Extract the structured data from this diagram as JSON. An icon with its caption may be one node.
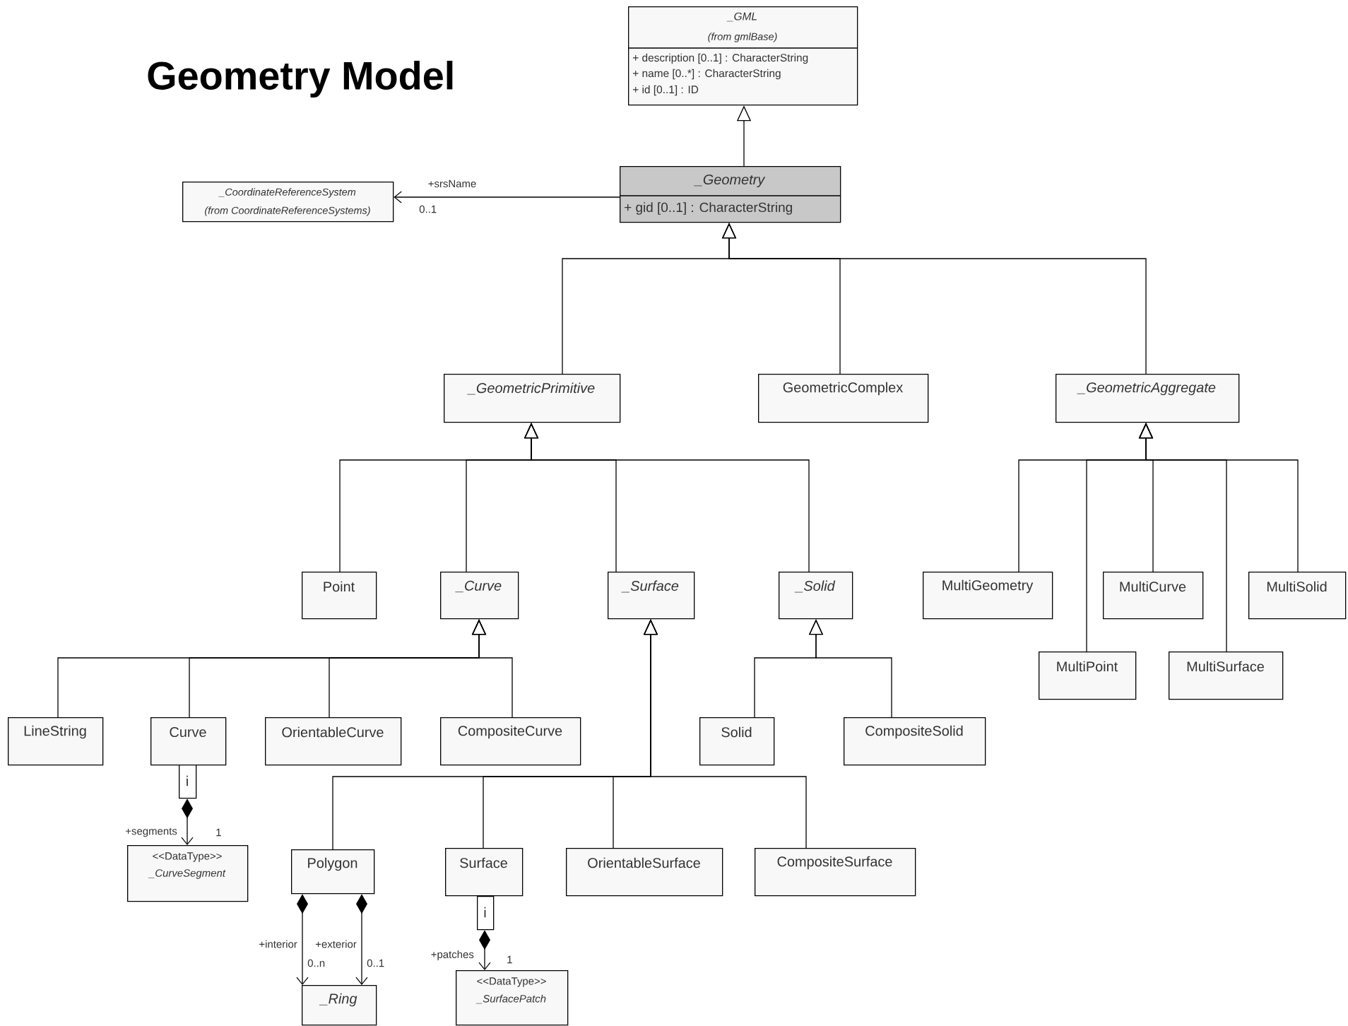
{
  "diagram": {
    "title": "Geometry Model",
    "nodes": [
      {
        "text": [
          "_GML",
          "(from gmlBase)",
          "+ description [0..1] : CharacterString",
          "+ name [0..*] : CharacterString",
          "+ id [0..1] : ID"
        ]
      },
      {
        "text": [
          "_CoordinateReferenceSystem",
          "(from CoordinateReferenceSystems)"
        ]
      },
      {
        "text": [
          "_Geometry",
          "+ gid [0..1] : CharacterString"
        ]
      },
      {
        "text": [
          "_GeometricPrimitive"
        ]
      },
      {
        "text": [
          "GeometricComplex"
        ]
      },
      {
        "text": [
          "_GeometricAggregate"
        ]
      },
      {
        "text": [
          "Point"
        ]
      },
      {
        "text": [
          "_Curve"
        ]
      },
      {
        "text": [
          "_Surface"
        ]
      },
      {
        "text": [
          "_Solid"
        ]
      },
      {
        "text": [
          "MultiGeometry"
        ]
      },
      {
        "text": [
          "MultiCurve"
        ]
      },
      {
        "text": [
          "MultiSolid"
        ]
      },
      {
        "text": [
          "MultiPoint"
        ]
      },
      {
        "text": [
          "MultiSurface"
        ]
      },
      {
        "text": [
          "LineString"
        ]
      },
      {
        "text": [
          "Curve"
        ]
      },
      {
        "text": [
          "OrientableCurve"
        ]
      },
      {
        "text": [
          "CompositeCurve"
        ]
      },
      {
        "text": [
          "Solid"
        ]
      },
      {
        "text": [
          "CompositeSolid"
        ]
      },
      {
        "text": [
          "i"
        ]
      },
      {
        "text": [
          "<<DataType>>",
          "_CurveSegment"
        ]
      },
      {
        "text": [
          "Polygon"
        ]
      },
      {
        "text": [
          "Surface"
        ]
      },
      {
        "text": [
          "OrientableSurface"
        ]
      },
      {
        "text": [
          "CompositeSurface"
        ]
      },
      {
        "text": [
          "i"
        ]
      },
      {
        "text": [
          "_Ring"
        ]
      },
      {
        "text": [
          "<<DataType>>",
          "_SurfacePatch"
        ]
      }
    ],
    "edges": [
      {
        "from": 2,
        "to": 0,
        "arrow": "to"
      },
      {
        "from": 2,
        "to": 1,
        "arrow": "to",
        "label": "+srsName"
      },
      {
        "from": 3,
        "to": 2,
        "arrow": "to"
      },
      {
        "from": 4,
        "to": 2,
        "arrow": "to"
      },
      {
        "from": 5,
        "to": 2,
        "arrow": "to"
      },
      {
        "from": 6,
        "to": 3,
        "arrow": "to"
      },
      {
        "from": 7,
        "to": 3,
        "arrow": "to"
      },
      {
        "from": 8,
        "to": 3,
        "arrow": "to"
      },
      {
        "from": 9,
        "to": 3,
        "arrow": "to"
      },
      {
        "from": 10,
        "to": 5,
        "arrow": "to"
      },
      {
        "from": 13,
        "to": 5,
        "arrow": "to"
      },
      {
        "from": 11,
        "to": 5,
        "arrow": "to"
      },
      {
        "from": 14,
        "to": 5,
        "arrow": "to"
      },
      {
        "from": 12,
        "to": 5,
        "arrow": "to"
      },
      {
        "from": 15,
        "to": 7,
        "arrow": "to"
      },
      {
        "from": 16,
        "to": 7,
        "arrow": "to"
      },
      {
        "from": 17,
        "to": 7,
        "arrow": "to"
      },
      {
        "from": 18,
        "to": 7,
        "arrow": "to"
      },
      {
        "from": 23,
        "to": 8,
        "arrow": "to"
      },
      {
        "from": 24,
        "to": 8,
        "arrow": "to"
      },
      {
        "from": 25,
        "to": 8,
        "arrow": "to"
      },
      {
        "from": 26,
        "to": 8,
        "arrow": "to"
      },
      {
        "from": 19,
        "to": 9,
        "arrow": "to"
      },
      {
        "from": 20,
        "to": 9,
        "arrow": "to"
      },
      {
        "from": 21,
        "to": 22,
        "arrow": "to",
        "label": "+segments"
      },
      {
        "from": 23,
        "to": 28,
        "arrow": "to",
        "label": "+interior"
      },
      {
        "from": 23,
        "to": 28,
        "arrow": "to",
        "label": "+exterior"
      },
      {
        "from": 27,
        "to": 29,
        "arrow": "to",
        "label": "+patches"
      }
    ],
    "labels": [
      "0..1",
      "1",
      "1",
      "0..n",
      "0..1"
    ]
  }
}
